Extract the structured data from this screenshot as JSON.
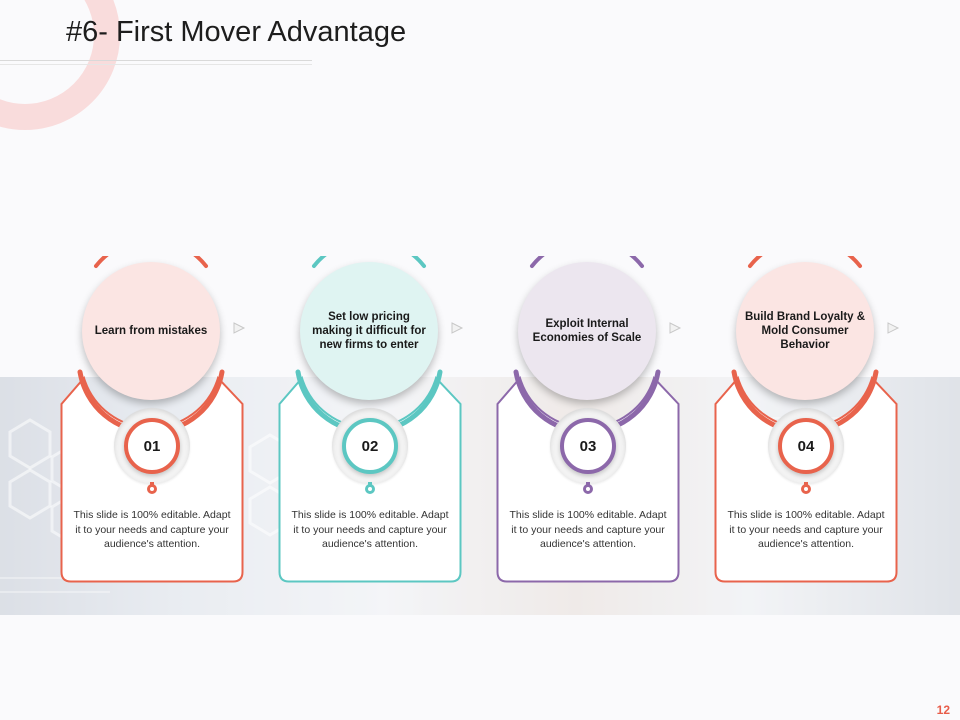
{
  "slide": {
    "title": "#6- First Mover Advantage",
    "page_number": "12"
  },
  "steps": [
    {
      "number": "01",
      "heading": "Learn from mistakes",
      "body": "This slide is 100% editable. Adapt it to your needs and capture your audience's attention.",
      "accent": "#e8634c",
      "fill": "#fbe5e3"
    },
    {
      "number": "02",
      "heading": "Set low pricing making it difficult for new firms to enter",
      "body": "This slide is 100% editable. Adapt it to your needs and capture your audience's attention.",
      "accent": "#5cc7c2",
      "fill": "#dff4f2"
    },
    {
      "number": "03",
      "heading": "Exploit Internal Economies of Scale",
      "body": "This slide is 100% editable. Adapt it to your needs and capture your audience's attention.",
      "accent": "#8c68aa",
      "fill": "#ece6ef"
    },
    {
      "number": "04",
      "heading": "Build Brand Loyalty & Mold Consumer Behavior",
      "body": "This slide is 100% editable. Adapt it to your needs and capture your audience's attention.",
      "accent": "#e8634c",
      "fill": "#fbe5e3"
    }
  ],
  "icons": {
    "next_arrow": "chevron-right-icon"
  }
}
